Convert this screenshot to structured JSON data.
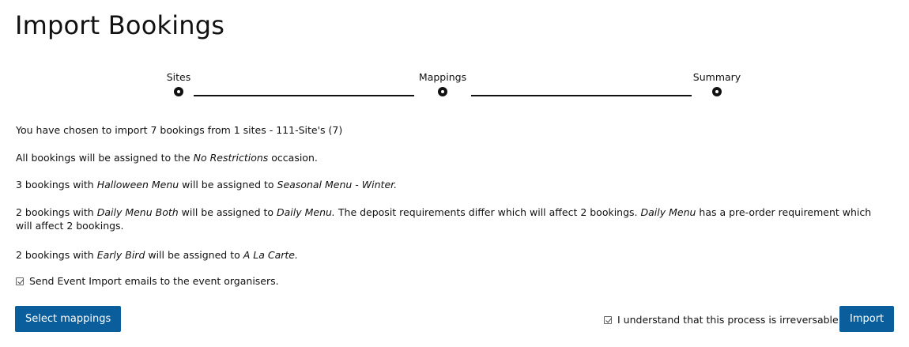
{
  "page": {
    "title": "Import Bookings"
  },
  "stepper": {
    "steps": [
      {
        "label": "Sites"
      },
      {
        "label": "Mappings"
      },
      {
        "label": "Summary"
      }
    ]
  },
  "summary": {
    "line1": "You have chosen to import 7 bookings from 1 sites - 111-Site's (7)",
    "line2": {
      "before": "All bookings will be assigned to the ",
      "occasion": "No Restrictions",
      "after": " occasion."
    },
    "line3": {
      "before": "3 bookings with ",
      "from": "Halloween Menu",
      "middle": " will be assigned to ",
      "to": "Seasonal Menu - Winter.",
      "after": ""
    },
    "line4": {
      "before": "2 bookings with ",
      "from": "Daily Menu Both",
      "middle": " will be assigned to ",
      "to": "Daily Menu.",
      "deposit_note": " The deposit requirements differ which will affect 2 bookings. ",
      "preorder_menu": "Daily Menu",
      "preorder_note": " has a pre-order requirement which will affect 2 bookings."
    },
    "line5": {
      "before": "2 bookings with ",
      "from": "Early Bird",
      "middle": " will be assigned to ",
      "to": "A La Carte.",
      "after": ""
    }
  },
  "send_emails": {
    "label": "Send Event Import emails to the event organisers.",
    "checked": true
  },
  "footer": {
    "select_mappings_label": "Select mappings",
    "irreversible_label": "I understand that this process is irreversable",
    "irreversible_checked": true,
    "import_label": "Import"
  },
  "colors": {
    "primary_button": "#0b5e9c",
    "text": "#111111"
  }
}
